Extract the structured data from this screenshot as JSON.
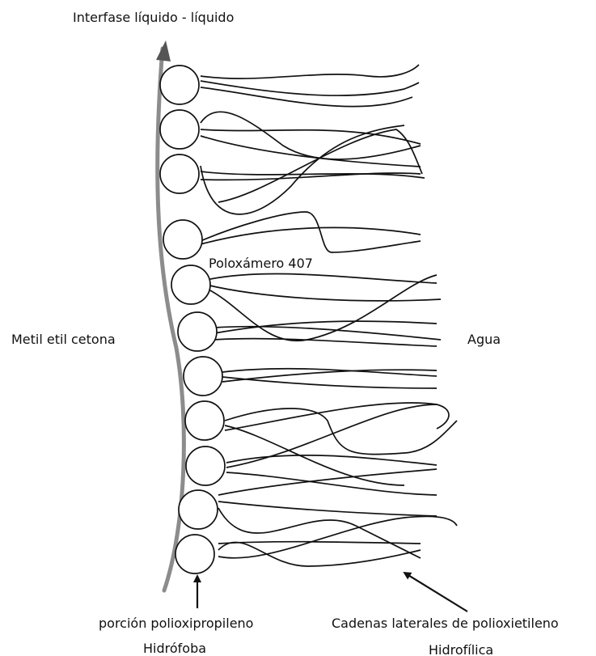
{
  "labels": {
    "interface": "Interfase líquido - líquido",
    "poloxamer": "Poloxámero 407",
    "organic_phase": "Metil etil cetona",
    "aqueous_phase": "Agua",
    "hydrophobic_part": "porción polioxipropileno",
    "hydrophobic_word": "Hidrófoba",
    "hydrophilic_part": "Cadenas laterales de polioxietileno",
    "hydrophilic_word": "Hidrofílica"
  },
  "colors": {
    "interface_line": "#8c8c8c",
    "ink": "#111111",
    "background": "#ffffff"
  },
  "molecule_count": 11
}
